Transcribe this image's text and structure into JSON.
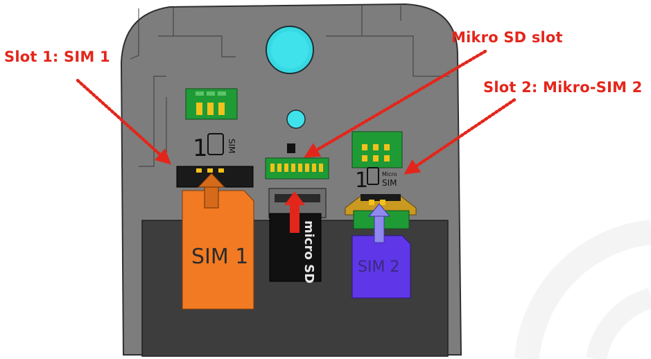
{
  "callouts": {
    "slot1": "Slot 1: SIM 1",
    "sd": "Mikro SD slot",
    "slot2": "Slot 2: Mikro-SIM 2"
  },
  "cards": {
    "sim1": "SIM 1",
    "sim2": "SIM 2",
    "micro_sd_logo": "micro SD"
  },
  "slot_markings": {
    "slot1_logo": "1",
    "slot1_text": "SIM",
    "slot2_logo": "1",
    "slot2_text_top": "Micro",
    "slot2_text_bottom": "SIM"
  },
  "colors": {
    "callout_red": "#e3261b",
    "device_gray": "#7b7b7b",
    "cavity_dark": "#3d3d3d",
    "sim1_orange": "#f27a22",
    "sim2_purple": "#5f36e8",
    "camera_cyan": "#37dbe4",
    "contact_green": "#1f9b36",
    "contact_gold": "#f1c21b"
  }
}
